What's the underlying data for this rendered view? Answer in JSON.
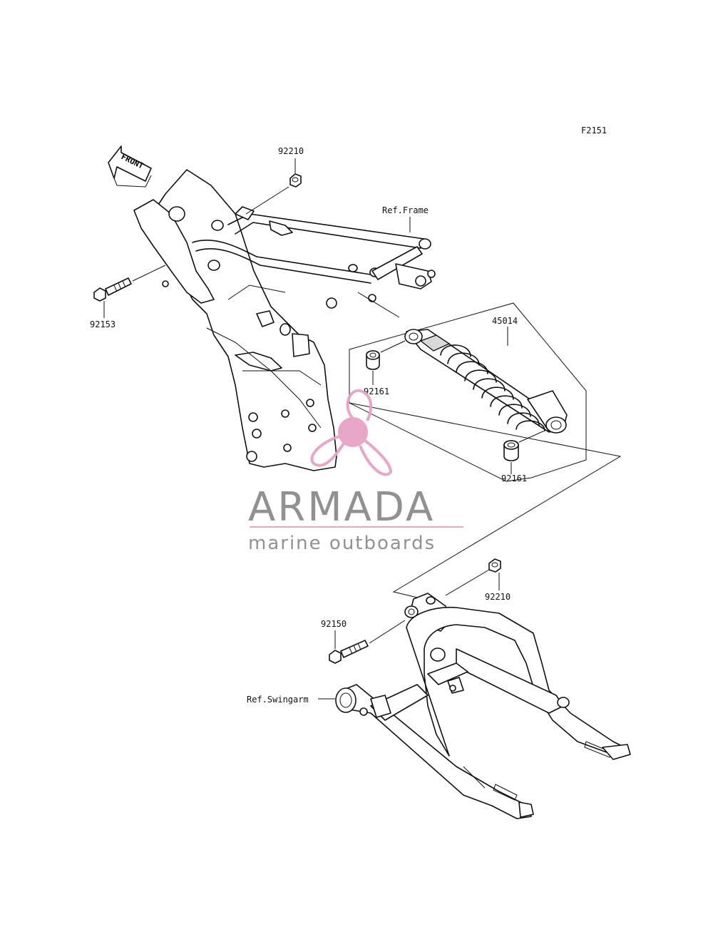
{
  "diagram": {
    "figure_code": "F2151",
    "front_label": "FRONT",
    "parts": [
      {
        "id": "nut-top",
        "number": "92210"
      },
      {
        "id": "bolt-frame",
        "number": "92153"
      },
      {
        "id": "ref-frame",
        "number": "Ref.Frame"
      },
      {
        "id": "shock",
        "number": "45014"
      },
      {
        "id": "collar-upper",
        "number": "92161"
      },
      {
        "id": "collar-lower",
        "number": "92161"
      },
      {
        "id": "nut-lower",
        "number": "92210"
      },
      {
        "id": "bolt-swingarm",
        "number": "92150"
      },
      {
        "id": "ref-swingarm",
        "number": "Ref.Swingarm"
      }
    ]
  },
  "watermark": {
    "brand": "ARMADA",
    "tagline": "marine outboards",
    "colors": {
      "logo": "#e7a3c4",
      "text": "#8c8c8c"
    }
  }
}
